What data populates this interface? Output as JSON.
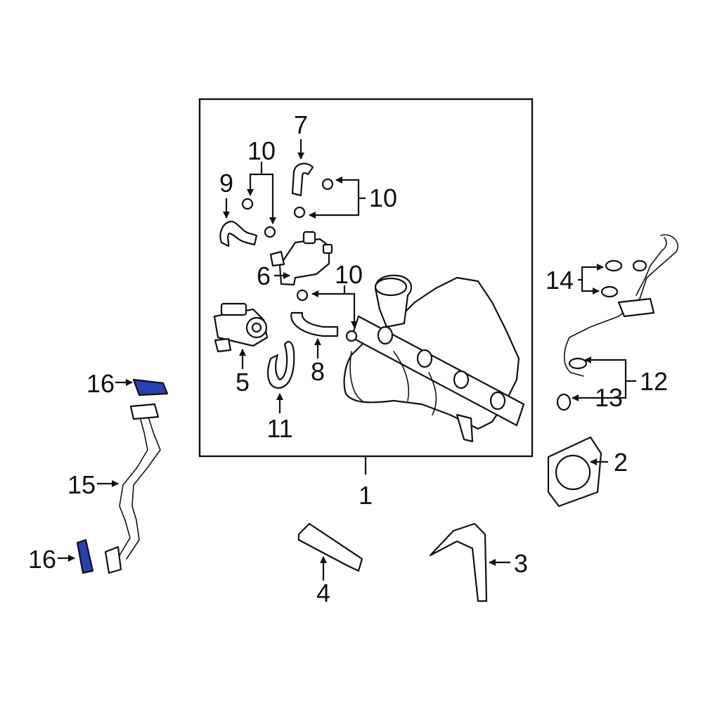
{
  "diagram": {
    "highlight_color": "#2a3fb0",
    "callouts": {
      "c1": "1",
      "c2": "2",
      "c3": "3",
      "c4": "4",
      "c5": "5",
      "c6": "6",
      "c7": "7",
      "c8": "8",
      "c9": "9",
      "c10a": "10",
      "c10b": "10",
      "c10c": "10",
      "c11": "11",
      "c12": "12",
      "c13": "13",
      "c14": "14",
      "c15": "15",
      "c16a": "16",
      "c16b": "16"
    }
  }
}
